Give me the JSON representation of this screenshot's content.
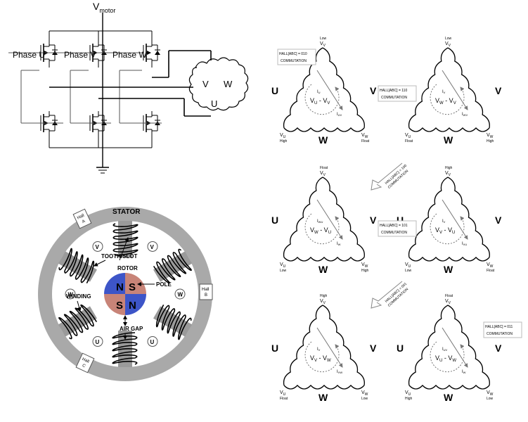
{
  "inverter": {
    "vmotor": "V",
    "vmotor_sub": "motor",
    "phase_labels": [
      "Phase U",
      "Phase V",
      "Phase W"
    ],
    "motor_labels": [
      "V",
      "W",
      "U"
    ]
  },
  "motor_cross_section": {
    "stator": "STATOR",
    "rotor": "ROTOR",
    "pole": "POLE",
    "tooth_slot": "TOOTH/SLOT",
    "winding": "WINDING",
    "air_gap": "AIR GAP",
    "hall_sensors": [
      {
        "line1": "Hall",
        "line2": "A"
      },
      {
        "line1": "Hall",
        "line2": "B"
      },
      {
        "line1": "Hall",
        "line2": "C"
      }
    ],
    "coil_phase_labels": [
      "V",
      "W",
      "U",
      "U",
      "W",
      "V"
    ],
    "rotor_quadrants": [
      "N",
      "S",
      "S",
      "N"
    ],
    "colors": {
      "north": "#3d55c8",
      "south": "#c88478",
      "stator": "#a9a9a9"
    }
  },
  "commutation_states": [
    {
      "hall_box": "HALL[ABC] = 010",
      "commutation": "COMMUTATION",
      "top_vertex": {
        "label": "V",
        "sub": "V",
        "state": "Low"
      },
      "left_vertex": {
        "label": "V",
        "sub": "U",
        "state": "High"
      },
      "right_vertex": {
        "label": "V",
        "sub": "W",
        "state": "Float"
      },
      "center_label": "V",
      "center_sub1": "U",
      "center_sub2": "V",
      "current_labels": [
        "I",
        "I"
      ],
      "current_subs": [
        "U",
        "UV"
      ],
      "side_labels": [
        "U",
        "V",
        "W"
      ]
    },
    {
      "hall_box": "HALL[ABC] = 110",
      "commutation": "COMMUTATION",
      "top_vertex": {
        "label": "V",
        "sub": "V",
        "state": "Low"
      },
      "left_vertex": {
        "label": "V",
        "sub": "U",
        "state": "Float"
      },
      "right_vertex": {
        "label": "V",
        "sub": "W",
        "state": "High"
      },
      "center_label": "V",
      "center_sub1": "W",
      "center_sub2": "V",
      "current_labels": [
        "I",
        "I"
      ],
      "current_subs": [
        "V",
        "WV"
      ],
      "side_labels": [
        "U",
        "V",
        "W"
      ]
    },
    {
      "hall_box": "HALL[ABC] = 100",
      "commutation": "COMMUTATION",
      "top_vertex": {
        "label": "V",
        "sub": "V",
        "state": "Float"
      },
      "left_vertex": {
        "label": "V",
        "sub": "U",
        "state": "Low"
      },
      "right_vertex": {
        "label": "V",
        "sub": "W",
        "state": "High"
      },
      "center_label": "V",
      "center_sub1": "W",
      "center_sub2": "U",
      "current_labels": [
        "I",
        "I"
      ],
      "current_subs": [
        "WU",
        "W"
      ],
      "side_labels": [
        "U",
        "V",
        "W"
      ]
    },
    {
      "hall_box": "HALL[ABC] = 101",
      "commutation": "COMMUTATION",
      "top_vertex": {
        "label": "V",
        "sub": "V",
        "state": "High"
      },
      "left_vertex": {
        "label": "V",
        "sub": "U",
        "state": "Low"
      },
      "right_vertex": {
        "label": "V",
        "sub": "W",
        "state": "Float"
      },
      "center_label": "V",
      "center_sub1": "V",
      "center_sub2": "U",
      "current_labels": [
        "I",
        "I"
      ],
      "current_subs": [
        "V",
        "VU"
      ],
      "side_labels": [
        "U",
        "V",
        "W"
      ]
    },
    {
      "hall_box": "HALL[ABC] = 001",
      "commutation": "COMMUTATION",
      "top_vertex": {
        "label": "V",
        "sub": "V",
        "state": "High"
      },
      "left_vertex": {
        "label": "V",
        "sub": "U",
        "state": "Float"
      },
      "right_vertex": {
        "label": "V",
        "sub": "W",
        "state": "Low"
      },
      "center_label": "V",
      "center_sub1": "V",
      "center_sub2": "W",
      "current_labels": [
        "I",
        "I"
      ],
      "current_subs": [
        "V",
        "VW"
      ],
      "side_labels": [
        "U",
        "V",
        "W"
      ]
    },
    {
      "hall_box": "HALL[ABC] = 011",
      "commutation": "COMMUTATION",
      "top_vertex": {
        "label": "V",
        "sub": "V",
        "state": "Float"
      },
      "left_vertex": {
        "label": "V",
        "sub": "U",
        "state": "High"
      },
      "right_vertex": {
        "label": "V",
        "sub": "W",
        "state": "Low"
      },
      "center_label": "V",
      "center_sub1": "U",
      "center_sub2": "W",
      "current_labels": [
        "I",
        "I"
      ],
      "current_subs": [
        "UV",
        "W"
      ],
      "side_labels": [
        "U",
        "V",
        "W"
      ]
    }
  ]
}
